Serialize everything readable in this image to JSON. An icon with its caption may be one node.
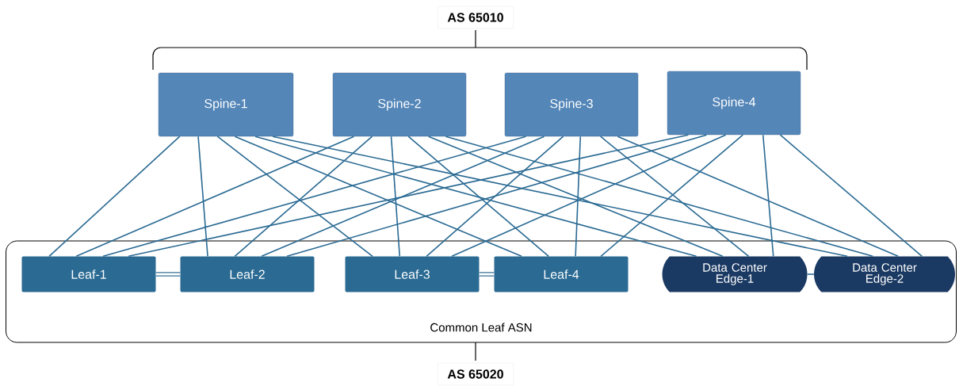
{
  "diagram": {
    "nodes": [
      {
        "text": [
          "Spine-1"
        ]
      },
      {
        "text": [
          "Spine-2"
        ]
      },
      {
        "text": [
          "Spine-3"
        ]
      },
      {
        "text": [
          "Spine-4"
        ]
      },
      {
        "text": [
          "Common Leaf ASN"
        ]
      },
      {
        "text": [
          "Leaf-1"
        ],
        "in": 4
      },
      {
        "text": [
          "Leaf-2"
        ],
        "in": 4
      },
      {
        "text": [
          "Leaf-3"
        ],
        "in": 4
      },
      {
        "text": [
          "Leaf-4"
        ],
        "in": 4
      },
      {
        "text": [
          "Data Center Edge-1"
        ],
        "in": 4
      },
      {
        "text": [
          "Data Center Edge-2"
        ],
        "in": 4
      }
    ],
    "edges": [
      {
        "from": 0,
        "to": 5,
        "arrow": "none"
      },
      {
        "from": 0,
        "to": 6,
        "arrow": "none"
      },
      {
        "from": 0,
        "to": 7,
        "arrow": "none"
      },
      {
        "from": 0,
        "to": 8,
        "arrow": "none"
      },
      {
        "from": 0,
        "to": 9,
        "arrow": "none"
      },
      {
        "from": 0,
        "to": 10,
        "arrow": "none"
      },
      {
        "from": 1,
        "to": 5,
        "arrow": "none"
      },
      {
        "from": 1,
        "to": 6,
        "arrow": "none"
      },
      {
        "from": 1,
        "to": 7,
        "arrow": "none"
      },
      {
        "from": 1,
        "to": 8,
        "arrow": "none"
      },
      {
        "from": 1,
        "to": 9,
        "arrow": "none"
      },
      {
        "from": 1,
        "to": 10,
        "arrow": "none"
      },
      {
        "from": 2,
        "to": 5,
        "arrow": "none"
      },
      {
        "from": 2,
        "to": 6,
        "arrow": "none"
      },
      {
        "from": 2,
        "to": 7,
        "arrow": "none"
      },
      {
        "from": 2,
        "to": 8,
        "arrow": "none"
      },
      {
        "from": 2,
        "to": 9,
        "arrow": "none"
      },
      {
        "from": 2,
        "to": 10,
        "arrow": "none"
      },
      {
        "from": 3,
        "to": 5,
        "arrow": "none"
      },
      {
        "from": 3,
        "to": 6,
        "arrow": "none"
      },
      {
        "from": 3,
        "to": 7,
        "arrow": "none"
      },
      {
        "from": 3,
        "to": 8,
        "arrow": "none"
      },
      {
        "from": 3,
        "to": 9,
        "arrow": "none"
      },
      {
        "from": 3,
        "to": 10,
        "arrow": "none"
      },
      {
        "from": 5,
        "to": 6,
        "arrow": "none",
        "style": "thick"
      },
      {
        "from": 7,
        "to": 8,
        "arrow": "none",
        "style": "thick"
      },
      {
        "from": 9,
        "to": 10,
        "arrow": "none"
      }
    ],
    "labels": [
      "AS 65010",
      "AS 65020"
    ]
  }
}
